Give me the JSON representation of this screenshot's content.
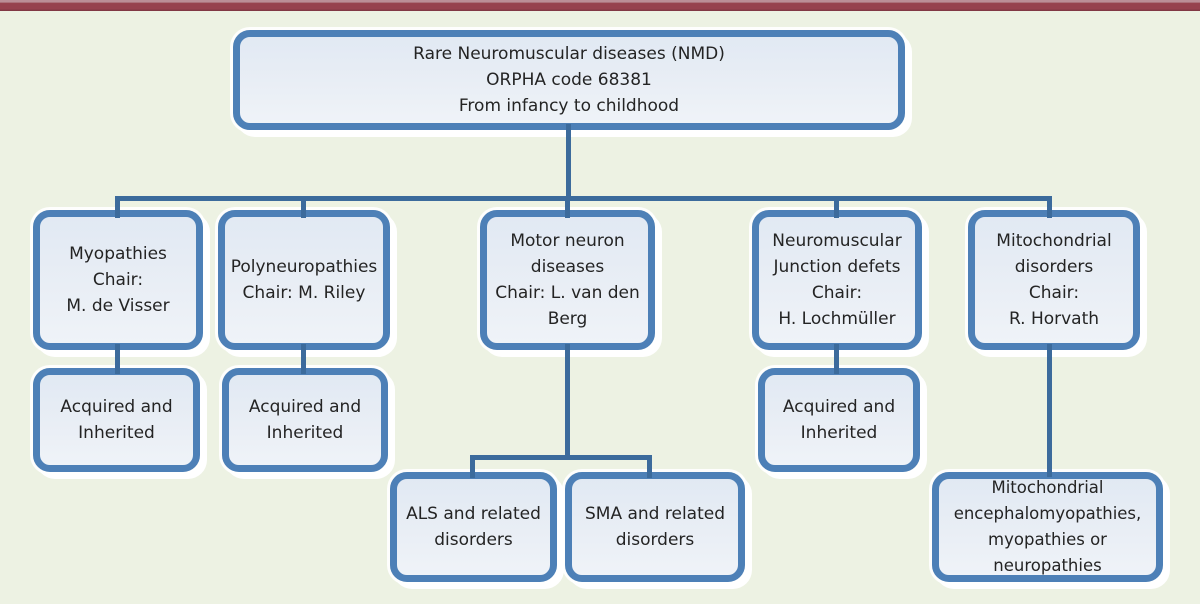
{
  "page": {
    "background_color": "#edf2e3",
    "top_bar_color": "#96424e"
  },
  "palette": {
    "node_border": "#4d80b7",
    "node_fill": "#e8eef5",
    "node_halo": "#ffffff",
    "connector": "#3c6b9c",
    "text": "#242424"
  },
  "diagram": {
    "type": "org-chart",
    "nodes": {
      "root": {
        "text": "Rare Neuromuscular diseases (NMD)\nORPHA code 68381\nFrom infancy to childhood"
      },
      "myopathies": {
        "text": "Myopathies\nChair:\nM. de Visser"
      },
      "polyneuropathies": {
        "text": "Polyneuropathies\nChair: M. Riley"
      },
      "motor_neuron": {
        "text": "Motor neuron\ndiseases\nChair: L. van den\nBerg"
      },
      "neuromuscular_junction": {
        "text": "Neuromuscular\nJunction defets\nChair:\nH. Lochmüller"
      },
      "mitochondrial": {
        "text": "Mitochondrial\ndisorders\nChair:\nR. Horvath"
      },
      "myopathies_sub": {
        "text": "Acquired and\nInherited"
      },
      "polyneuropathies_sub": {
        "text": "Acquired and\nInherited"
      },
      "neuromuscular_junction_sub": {
        "text": "Acquired and\nInherited"
      },
      "als": {
        "text": "ALS and related\ndisorders"
      },
      "sma": {
        "text": "SMA and related\ndisorders"
      },
      "mitochondrial_sub": {
        "text": "Mitochondrial\nencephalomyopathies,\nmyopathies or neuropathies"
      }
    },
    "hierarchy": {
      "root": "root",
      "children_of_root": [
        "myopathies",
        "polyneuropathies",
        "motor_neuron",
        "neuromuscular_junction",
        "mitochondrial"
      ],
      "children_of_myopathies": [
        "myopathies_sub"
      ],
      "children_of_polyneuropathies": [
        "polyneuropathies_sub"
      ],
      "children_of_motor_neuron": [
        "als",
        "sma"
      ],
      "children_of_neuromuscular_junction": [
        "neuromuscular_junction_sub"
      ],
      "children_of_mitochondrial": [
        "mitochondrial_sub"
      ]
    }
  }
}
